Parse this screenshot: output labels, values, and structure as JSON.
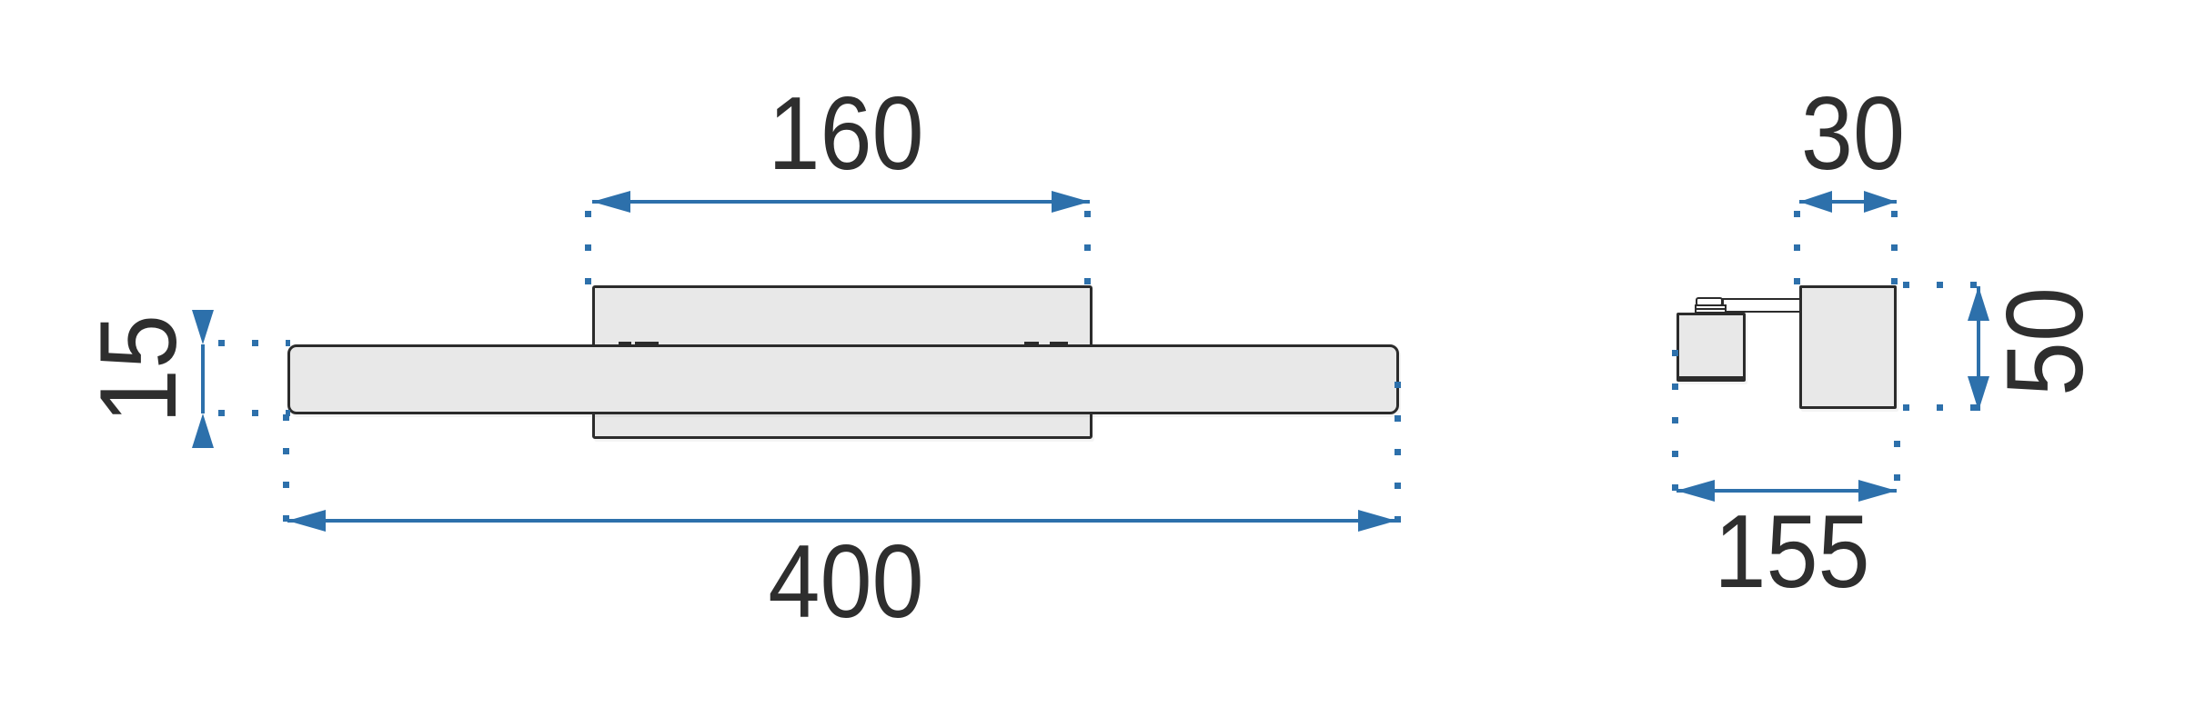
{
  "labels": {
    "front_backplate_width": "160",
    "front_bar_height": "15",
    "front_total_width": "400",
    "side_top_depth": "30",
    "side_height": "50",
    "side_total_depth": "155"
  },
  "colors": {
    "dimension": "#2d70ab",
    "shape_fill": "#e8e8e8",
    "outline": "#2b2b2b",
    "text": "#2e2e2e",
    "background": "#ffffff"
  }
}
